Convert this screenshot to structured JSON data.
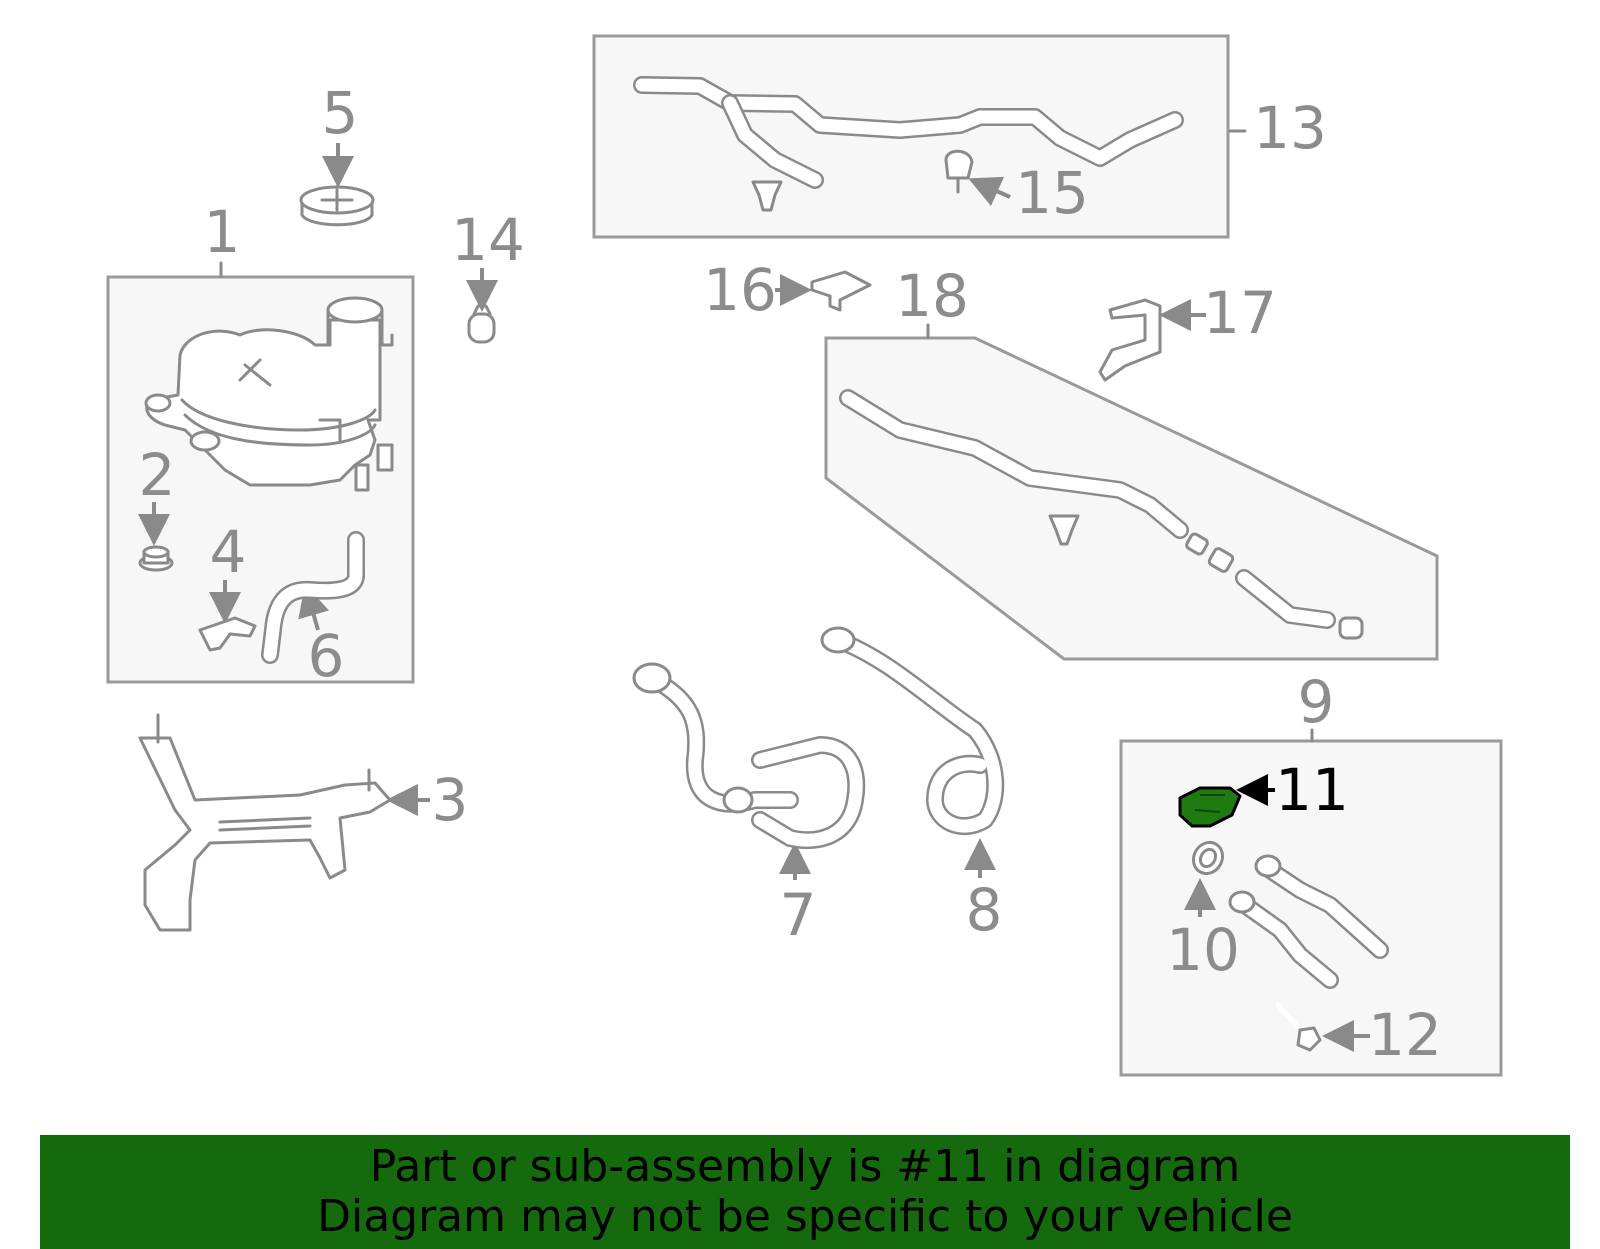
{
  "diagram": {
    "labels": {
      "p1": "1",
      "p2": "2",
      "p3": "3",
      "p4": "4",
      "p5": "5",
      "p6": "6",
      "p7": "7",
      "p8": "8",
      "p9": "9",
      "p10": "10",
      "p11": "11",
      "p12": "12",
      "p13": "13",
      "p14": "14",
      "p15": "15",
      "p16": "16",
      "p17": "17",
      "p18": "18"
    },
    "highlighted_part": "11",
    "colors": {
      "highlight_fill": "#1f7a12",
      "banner_bg": "#156a0e",
      "part_stroke": "#8a8a8a"
    }
  },
  "banner": {
    "line1": "Part or sub-assembly is #11 in diagram",
    "line2": "Diagram may not be specific to your vehicle"
  }
}
